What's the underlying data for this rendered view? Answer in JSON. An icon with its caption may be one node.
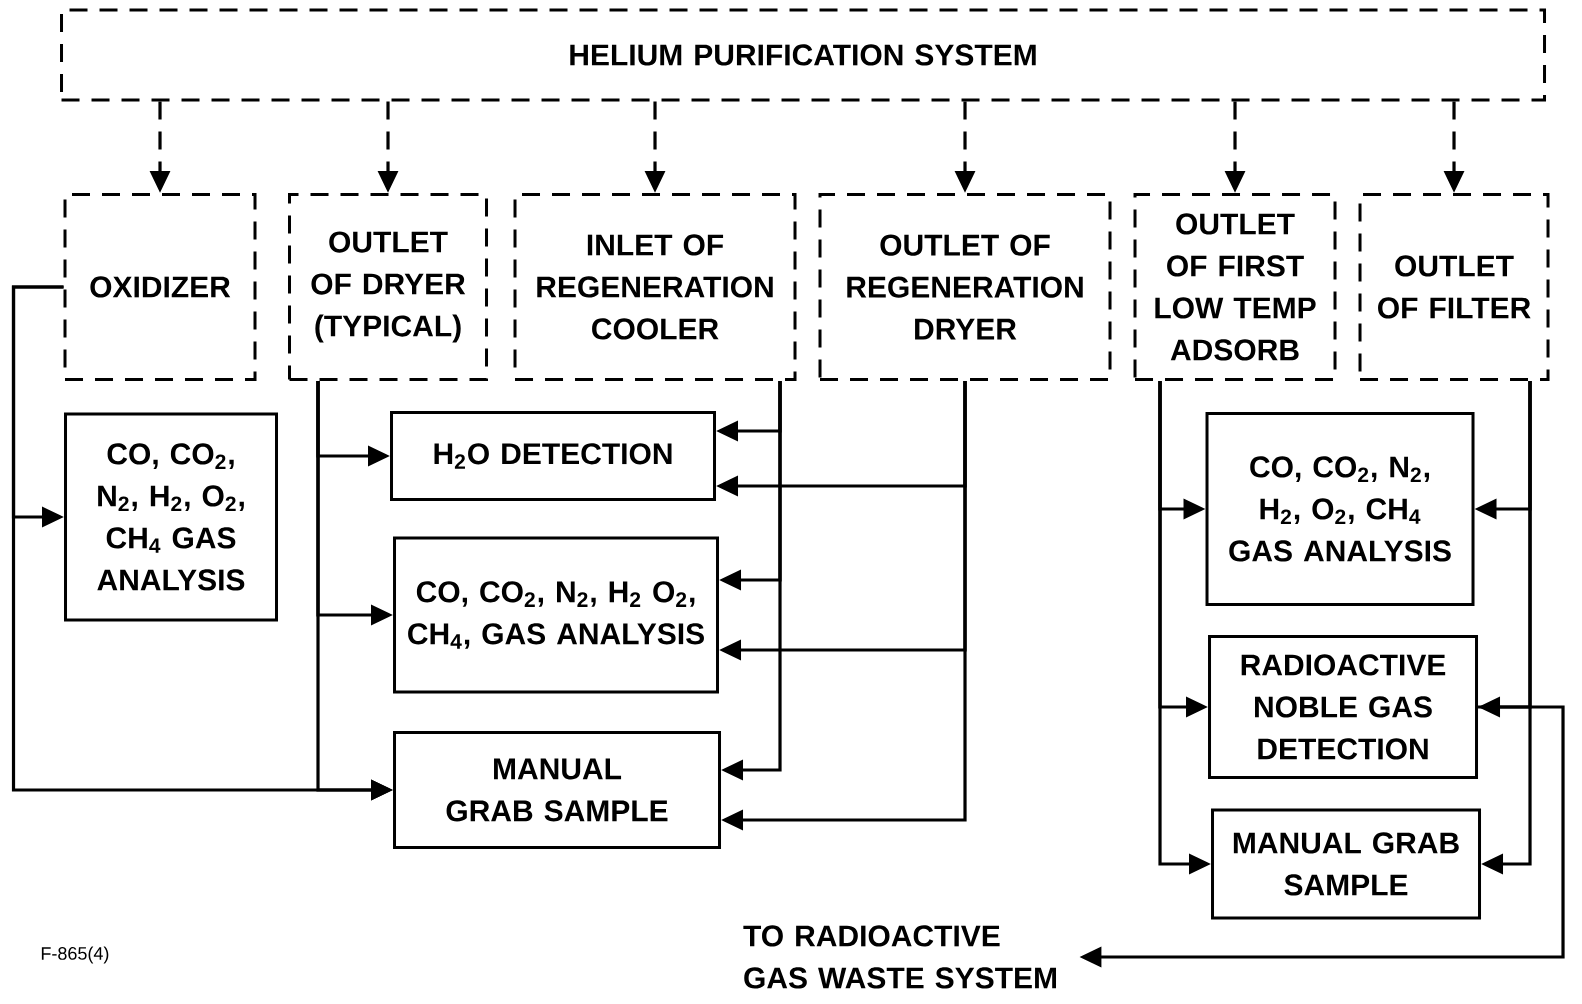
{
  "diagram": {
    "nodes": [
      {
        "text": [
          "HELIUM PURIFICATION SYSTEM"
        ]
      },
      {
        "text": [
          "OXIDIZER"
        ]
      },
      {
        "text": [
          "OUTLET OF DRYER (TYPICAL)"
        ]
      },
      {
        "text": [
          "INLET OF REGENERATION COOLER"
        ]
      },
      {
        "text": [
          "OUTLET OF REGENERATION DRYER"
        ]
      },
      {
        "text": [
          "OUTLET OF FIRST LOW TEMP ADSORB"
        ]
      },
      {
        "text": [
          "OUTLET OF FILTER"
        ]
      },
      {
        "text": [
          "CO, CO$_{2}$, N$_{2}$, H$_{2}$, O$_{2}$, CH$_{4}$ GAS ANALYSIS"
        ]
      },
      {
        "text": [
          "H$_{2}$O DETECTION"
        ]
      },
      {
        "text": [
          "CO, CO$_{2}$, N$_{2}$, H$_{2}$ O$_{2}$, CH$_{4}$, GAS ANALYSIS"
        ]
      },
      {
        "text": [
          "MANUAL GRAB SAMPLE"
        ]
      },
      {
        "text": [
          "CO, CO$_{2}$, N$_{2}$, H$_{2}$, O$_{2}$, CH$_{4}$ GAS ANALYSIS"
        ]
      },
      {
        "text": [
          "RADIOACTIVE NOBLE GAS DETECTION"
        ]
      },
      {
        "text": [
          "MANUAL GRAB SAMPLE"
        ]
      },
      {
        "text": [
          "TO RADIOACTIVE GAS WASTE SYSTEM"
        ]
      }
    ],
    "edges": [
      {
        "from": 0,
        "to": 1,
        "arrow": "to",
        "style": "dashed"
      },
      {
        "from": 0,
        "to": 2,
        "arrow": "to",
        "style": "dashed"
      },
      {
        "from": 0,
        "to": 3,
        "arrow": "to",
        "style": "dashed"
      },
      {
        "from": 0,
        "to": 4,
        "arrow": "to",
        "style": "dashed"
      },
      {
        "from": 0,
        "to": 5,
        "arrow": "to",
        "style": "dashed"
      },
      {
        "from": 0,
        "to": 6,
        "arrow": "to",
        "style": "dashed"
      },
      {
        "from": 1,
        "to": 7,
        "arrow": "to"
      },
      {
        "from": 1,
        "to": 10,
        "arrow": "to"
      },
      {
        "from": 2,
        "to": 8,
        "arrow": "to"
      },
      {
        "from": 2,
        "to": 9,
        "arrow": "to"
      },
      {
        "from": 2,
        "to": 10,
        "arrow": "to"
      },
      {
        "from": 3,
        "to": 8,
        "arrow": "to"
      },
      {
        "from": 3,
        "to": 9,
        "arrow": "to"
      },
      {
        "from": 3,
        "to": 10,
        "arrow": "to"
      },
      {
        "from": 4,
        "to": 8,
        "arrow": "to"
      },
      {
        "from": 4,
        "to": 9,
        "arrow": "to"
      },
      {
        "from": 4,
        "to": 10,
        "arrow": "to"
      },
      {
        "from": 5,
        "to": 11,
        "arrow": "to"
      },
      {
        "from": 5,
        "to": 12,
        "arrow": "to"
      },
      {
        "from": 5,
        "to": 13,
        "arrow": "to"
      },
      {
        "from": 6,
        "to": 11,
        "arrow": "to"
      },
      {
        "from": 6,
        "to": 12,
        "arrow": "to"
      },
      {
        "from": 6,
        "to": 13,
        "arrow": "to"
      },
      {
        "from": 12,
        "to": 14,
        "arrow": "to"
      }
    ],
    "labels": [
      "F-865(4)"
    ]
  }
}
